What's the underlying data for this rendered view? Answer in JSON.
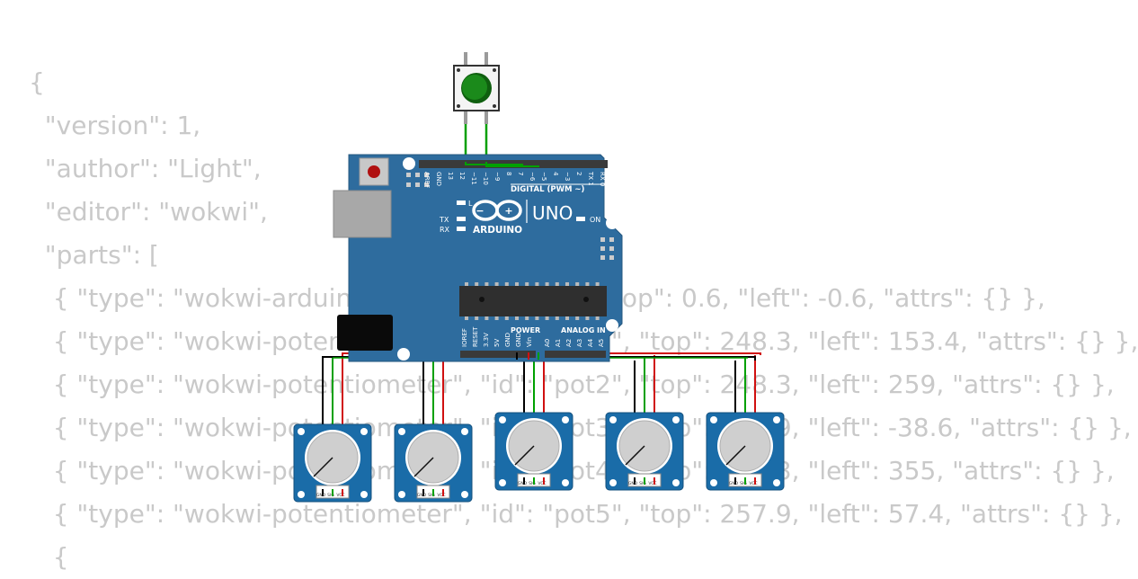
{
  "code_lines": [
    "{",
    "  \"version\": 1,",
    "  \"author\": \"Light\",",
    "  \"editor\": \"wokwi\",",
    "  \"parts\": [",
    "   { \"type\": \"wokwi-arduino-uno\", \"id\": \"uno\", \"top\": 0.6, \"left\": -0.6, \"attrs\": {} },",
    "   { \"type\": \"wokwi-potentiometer\", \"id\": \"pot1\", \"top\": 248.3, \"left\": 153.4, \"attrs\": {} },",
    "   { \"type\": \"wokwi-potentiometer\", \"id\": \"pot2\", \"top\": 248.3, \"left\": 259, \"attrs\": {} },",
    "   { \"type\": \"wokwi-potentiometer\", \"id\": \"pot3\", \"top\": 257.9, \"left\": -38.6, \"attrs\": {} },",
    "   { \"type\": \"wokwi-potentiometer\", \"id\": \"pot4\", \"top\": 248.3, \"left\": 355, \"attrs\": {} },",
    "   { \"type\": \"wokwi-potentiometer\", \"id\": \"pot5\", \"top\": 257.9, \"left\": 57.4, \"attrs\": {} },",
    "   {"
  ],
  "board": {
    "model": "UNO",
    "brand": "ARDUINO",
    "digital_label": "DIGITAL (PWM ~)",
    "power_label": "POWER",
    "analog_label": "ANALOG IN",
    "on_label": "ON",
    "led_l": "L",
    "led_tx": "TX",
    "led_rx": "RX",
    "top_pins": [
      "AREF",
      "GND",
      "13",
      "12",
      "~11",
      "~10",
      "~9",
      "8",
      "7",
      "~6",
      "~5",
      "4",
      "~3",
      "2",
      "TX 1",
      "RX 0"
    ],
    "power_pins": [
      "IOREF",
      "RESET",
      "3.3V",
      "5V",
      "GND",
      "GND",
      "Vin"
    ],
    "analog_pins": [
      "A0",
      "A1",
      "A2",
      "A3",
      "A4",
      "A5"
    ]
  },
  "potentiometer": {
    "pin_labels": [
      "GND",
      "SIG",
      "VCC"
    ]
  },
  "colors": {
    "board": "#2e6c9e",
    "wire_gnd": "#000000",
    "wire_sig": "#00a000",
    "wire_vcc": "#d01010",
    "button_cap": "#1b8a1b",
    "code_text": "#c9c9c9"
  }
}
